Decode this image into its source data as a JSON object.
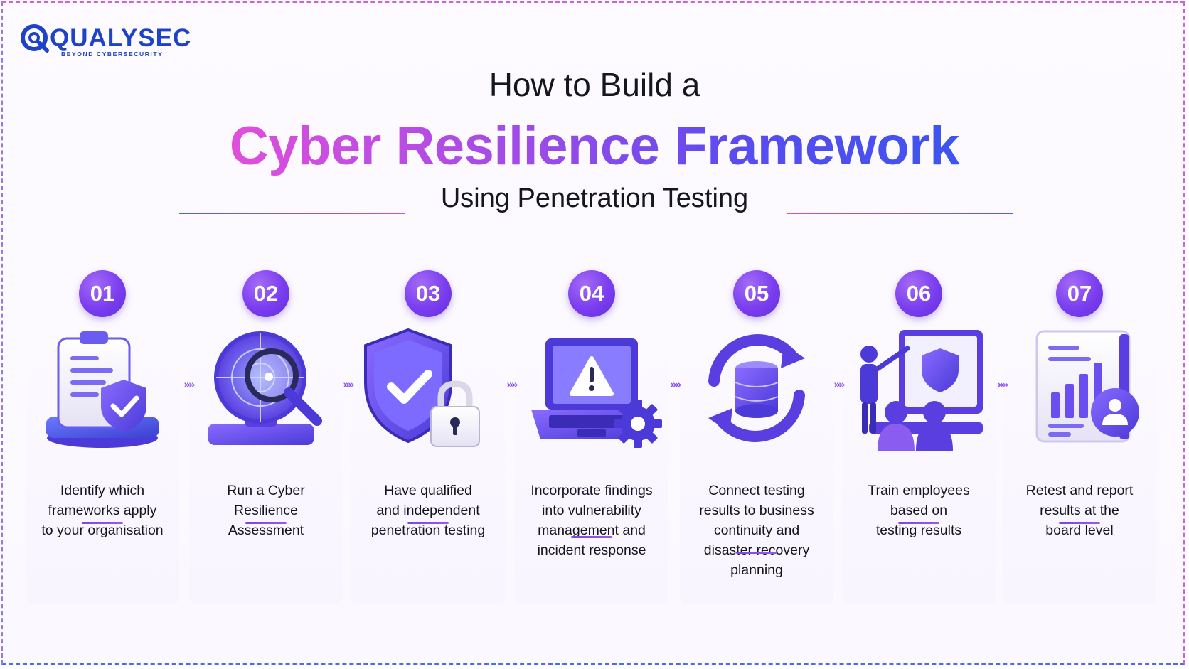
{
  "brand": {
    "name": "QUALYSEC",
    "tagline": "BEYOND CYBERSECURITY"
  },
  "heading": {
    "line1": "How to Build a",
    "line2": "Cyber Resilience Framework",
    "subtitle": "Using Penetration Testing"
  },
  "steps": [
    {
      "number": "01",
      "icon": "clipboard-shield-icon",
      "lines": [
        "Identify which",
        "frameworks apply",
        "to your organisation"
      ]
    },
    {
      "number": "02",
      "icon": "radar-magnifier-icon",
      "lines": [
        "Run a Cyber",
        "Resilience",
        "Assessment"
      ]
    },
    {
      "number": "03",
      "icon": "shield-lock-icon",
      "lines": [
        "Have qualified",
        "and independent",
        "penetration testing"
      ]
    },
    {
      "number": "04",
      "icon": "laptop-warning-gear-icon",
      "lines": [
        "Incorporate findings",
        "into vulnerability",
        "management and",
        "incident response"
      ]
    },
    {
      "number": "05",
      "icon": "database-sync-icon",
      "lines": [
        "Connect testing",
        "results to business",
        "continuity and",
        "disaster recovery",
        "planning"
      ]
    },
    {
      "number": "06",
      "icon": "training-presentation-icon",
      "lines": [
        "Train employees",
        "based on",
        "testing results"
      ]
    },
    {
      "number": "07",
      "icon": "report-chart-user-icon",
      "lines": [
        "Retest and report",
        "results at the",
        "board level"
      ]
    }
  ],
  "connector": "»»",
  "colors": {
    "brand_blue": "#1f43c7",
    "accent_purple": "#7a3df0",
    "gradient_pink": "#e04fdc",
    "gradient_blue": "#3d54ef"
  }
}
